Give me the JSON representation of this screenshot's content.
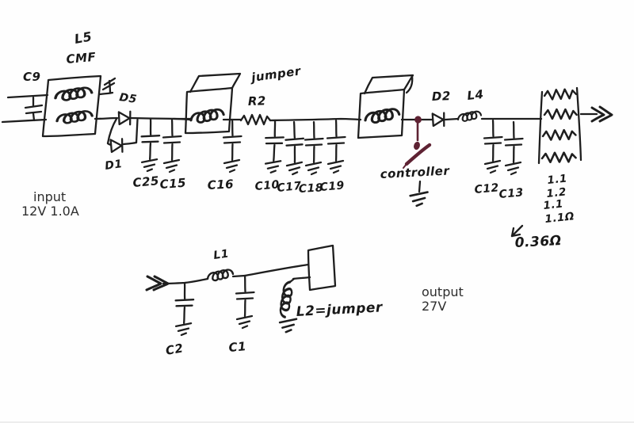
{
  "colors": {
    "ink": "#1e1e1e",
    "annotation": "#5e2233",
    "paper": "#fefefe",
    "typed": "#2e2e2e"
  },
  "schematic": {
    "kind": "hand-drawn power filter schematic",
    "input": {
      "line1": "input",
      "line2": "12V 1.0A"
    },
    "output": {
      "line1": "output",
      "line2": "27V"
    },
    "labels": {
      "c9": "C9",
      "l5": "L5",
      "cmf": "CMF",
      "d5": "D5",
      "d1": "D1",
      "c25": "C25",
      "c15": "C15",
      "c16": "C16",
      "r2": "R2",
      "r2_note": "jumper",
      "c10": "C10",
      "c17": "C17",
      "c18": "C18",
      "c19": "C19",
      "controller": "controller",
      "d2": "D2",
      "l4": "L4",
      "c12": "C12",
      "c13": "C13",
      "l1": "L1",
      "c2": "C2",
      "c1": "C1",
      "l2": "L2=jumper"
    },
    "load_bank": {
      "values": [
        "1.1",
        "1.2",
        "1.1",
        "1.1Ω"
      ],
      "equivalent": "0.36Ω"
    }
  }
}
